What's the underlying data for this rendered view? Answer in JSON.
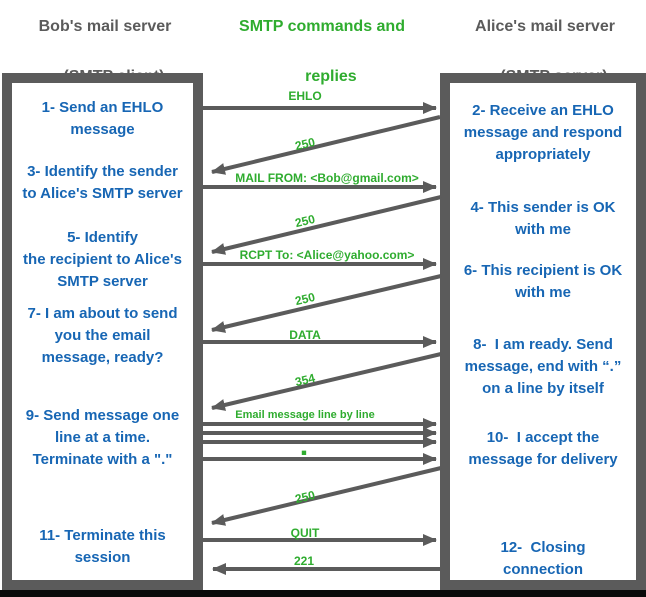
{
  "headers": {
    "client": {
      "line1": "Bob's mail server",
      "line2": "(SMTP client)"
    },
    "center": {
      "line1": "SMTP commands and",
      "line2": "replies"
    },
    "server": {
      "line1": "Alice's mail server",
      "line2": "(SMTP server)"
    }
  },
  "client_steps": [
    "1- Send an EHLO\nmessage",
    "3- Identify the sender\nto Alice's SMTP server",
    "5- Identify\nthe recipient to Alice's\nSMTP server",
    "7- I am about to send\nyou the email\nmessage, ready?",
    "9- Send message one\nline at a time.\nTerminate with a \".\"",
    "11- Terminate this\nsession"
  ],
  "server_steps": [
    "2- Receive an EHLO\nmessage and respond\nappropriately",
    "4- This sender is OK\nwith me",
    "6- This recipient is OK\nwith me",
    "8-  I am ready. Send\nmessage, end with “.”\non a line by itself",
    "10-  I accept the\nmessage for delivery",
    "12-  Closing\nconnection"
  ],
  "messages": [
    {
      "label": "EHLO",
      "from": "client",
      "to": "server"
    },
    {
      "label": "250",
      "from": "server",
      "to": "client"
    },
    {
      "label": "MAIL FROM: <Bob@gmail.com>",
      "from": "client",
      "to": "server"
    },
    {
      "label": "250",
      "from": "server",
      "to": "client"
    },
    {
      "label": "RCPT To: <Alice@yahoo.com>",
      "from": "client",
      "to": "server"
    },
    {
      "label": "250",
      "from": "server",
      "to": "client"
    },
    {
      "label": "DATA",
      "from": "client",
      "to": "server"
    },
    {
      "label": "354",
      "from": "server",
      "to": "client"
    },
    {
      "label": "Email message line by line",
      "from": "client",
      "to": "server"
    },
    {
      "label": "■",
      "from": "client",
      "to": "server"
    },
    {
      "label": "250",
      "from": "server",
      "to": "client"
    },
    {
      "label": "QUIT",
      "from": "client",
      "to": "server"
    },
    {
      "label": "221",
      "from": "server",
      "to": "client"
    }
  ],
  "colors": {
    "accent_green": "#2fac2f",
    "text_blue": "#1766b4",
    "frame_gray": "#5b5b5b"
  }
}
